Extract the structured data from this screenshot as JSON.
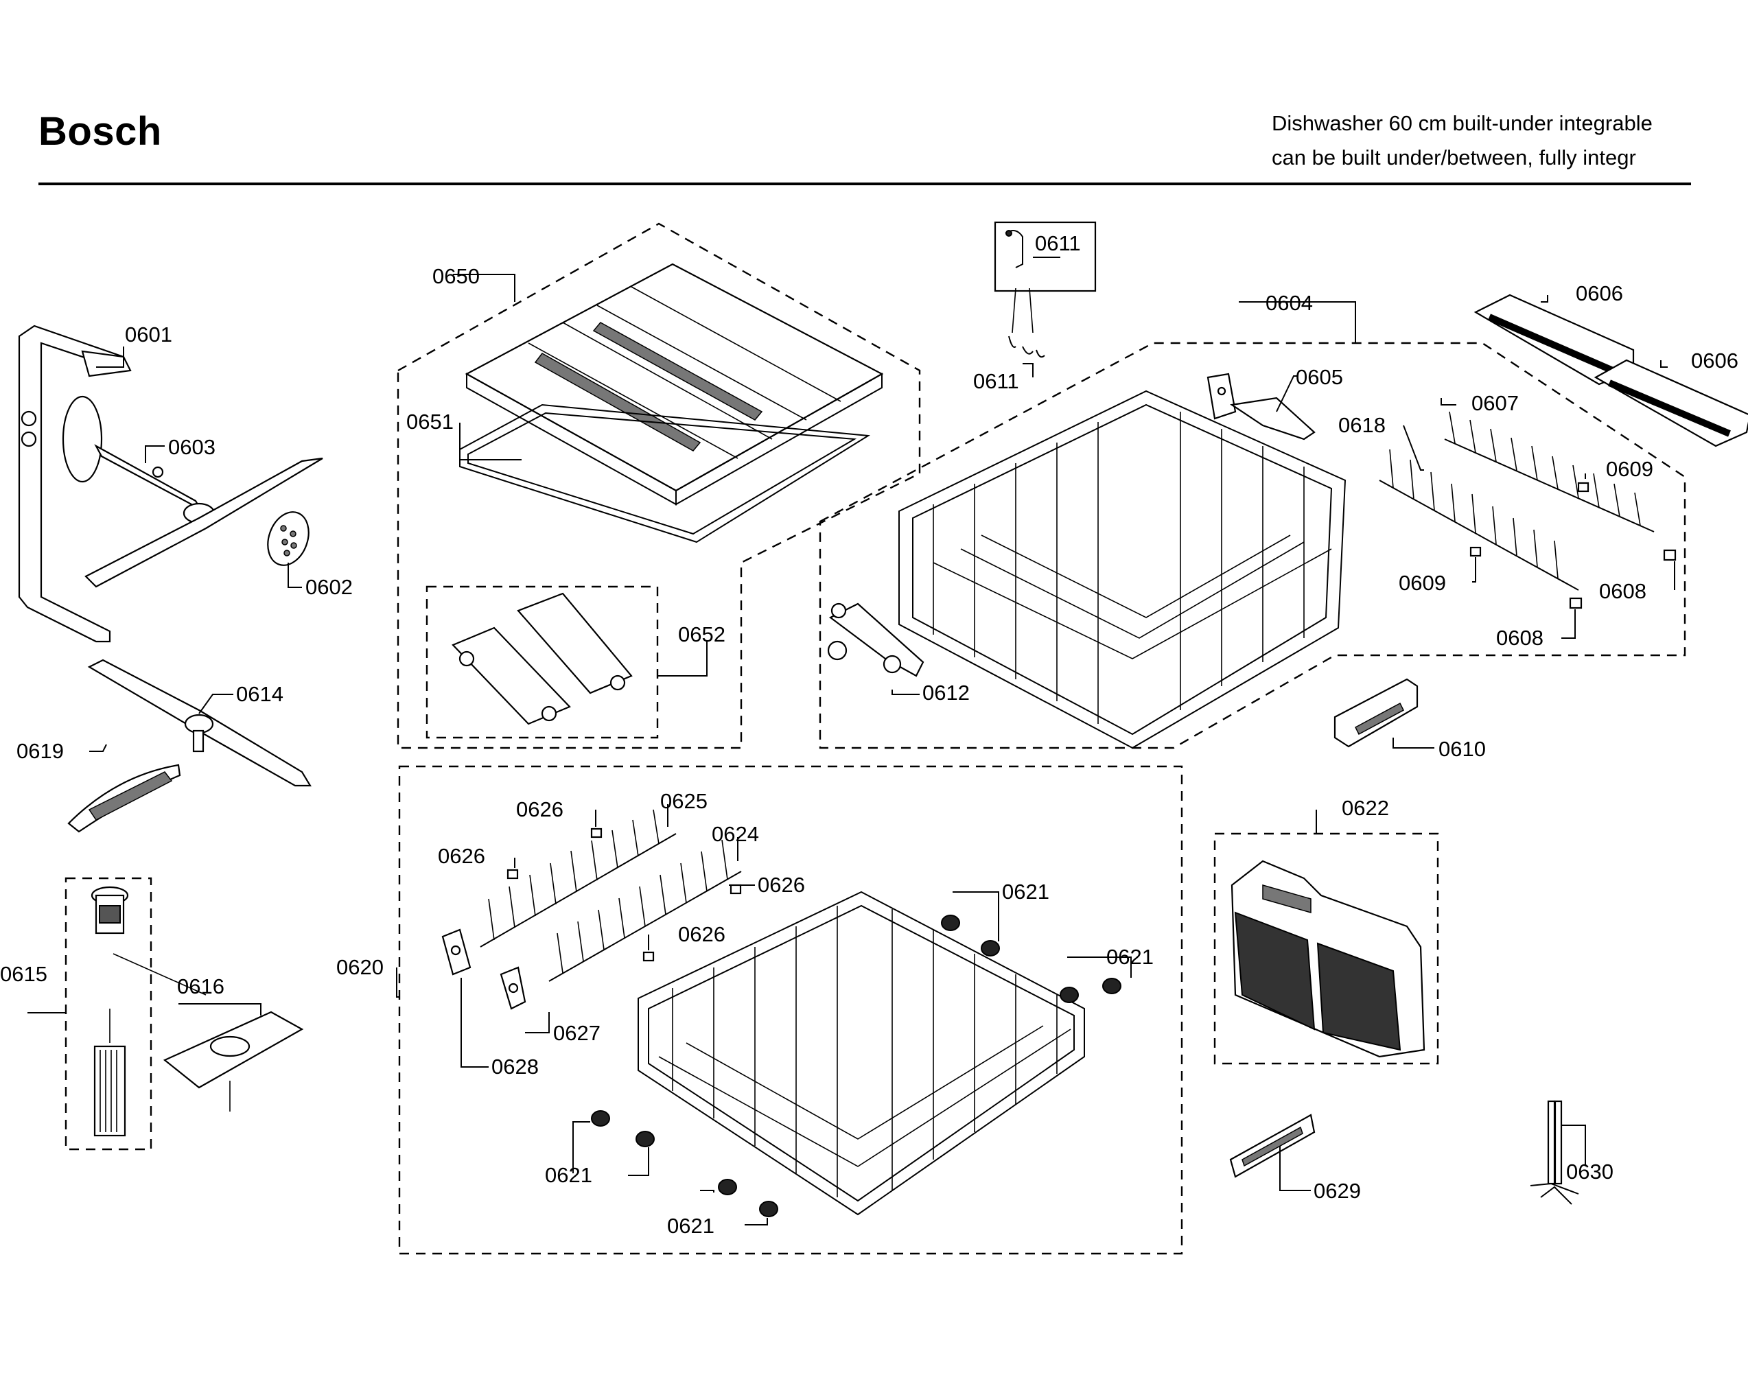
{
  "header": {
    "brand": "Bosch",
    "model_line_1": "Dishwasher 60 cm built-under integrable",
    "model_line_2": "can be built under/between, fully integr"
  },
  "labels": {
    "p0601": "0601",
    "p0602": "0602",
    "p0603": "0603",
    "p0604": "0604",
    "p0605": "0605",
    "p0606a": "0606",
    "p0606b": "0606",
    "p0607": "0607",
    "p0608a": "0608",
    "p0608b": "0608",
    "p0609a": "0609",
    "p0609b": "0609",
    "p0610": "0610",
    "p0611a": "0611",
    "p0611b": "0611",
    "p0612": "0612",
    "p0614": "0614",
    "p0615": "0615",
    "p0616": "0616",
    "p0618": "0618",
    "p0619": "0619",
    "p0620": "0620",
    "p0621a": "0621",
    "p0621b": "0621",
    "p0621c": "0621",
    "p0621d": "0621",
    "p0622": "0622",
    "p0624": "0624",
    "p0625": "0625",
    "p0626a": "0626",
    "p0626b": "0626",
    "p0626c": "0626",
    "p0626d": "0626",
    "p0627": "0627",
    "p0628": "0628",
    "p0629": "0629",
    "p0630": "0630",
    "p0650": "0650",
    "p0651": "0651",
    "p0652": "0652"
  }
}
